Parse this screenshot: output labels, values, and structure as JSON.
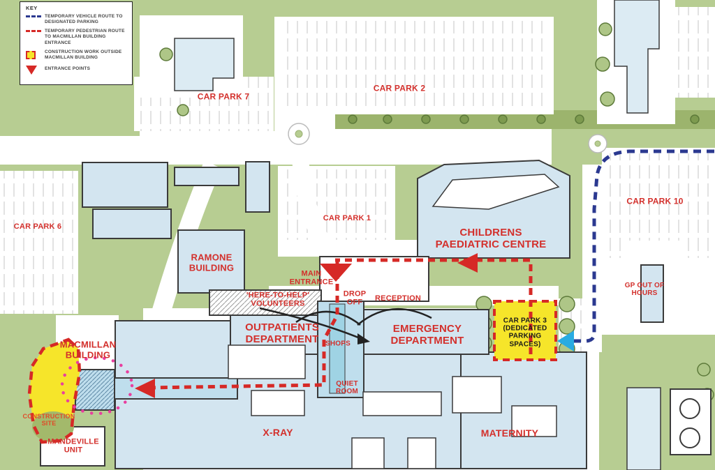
{
  "legend": {
    "title": "KEY",
    "items": [
      {
        "swatch": "vehicle-route-swatch",
        "label": "TEMPORARY VEHICLE ROUTE TO DESIGNATED PARKING"
      },
      {
        "swatch": "pedestrian-route-swatch",
        "label": "TEMPORARY PEDESTRIAN ROUTE TO MACMILLAN BUILDING ENTRANCE"
      },
      {
        "swatch": "construction-swatch",
        "label": "CONSTRUCTION WORK OUTSIDE MACMILLAN BUILDING"
      },
      {
        "swatch": "entrance-swatch",
        "label": "ENTRANCE POINTS"
      }
    ]
  },
  "map": {
    "car_parks": {
      "cp7": "CAR PARK 7",
      "cp2": "CAR PARK 2",
      "cp6": "CAR PARK 6",
      "cp1": "CAR PARK 1",
      "cp10": "CAR PARK 10",
      "cp3": "CAR PARK 3\n(DEDICATED\nPARKING\nSPACES)"
    },
    "buildings": {
      "paediatric": "CHILDRENS\nPAEDIATRIC CENTRE",
      "ramone": "RAMONE\nBUILDING",
      "outpatients": "OUTPATIENTS\nDEPARTMENT",
      "emergency": "EMERGENCY\nDEPARTMENT",
      "gp": "GP OUT OF\nHOURS",
      "macmillan": "MACMILLAN\nBUILDING",
      "mandeville": "MANDEVILLE\nUNIT",
      "xray": "X-RAY",
      "maternity": "MATERNITY"
    },
    "points": {
      "main_entrance": "MAIN\nENTRANCE",
      "volunteers": "'HERE-TO-HELP'\nVOLUNTEERS",
      "drop_off": "DROP\nOFF",
      "reception": "RECEPTION",
      "shops": "SHOPS",
      "quiet_room": "QUIET\nROOM",
      "construction_site": "CONSTRUCTION\nSITE"
    }
  },
  "colors": {
    "grass": "#b7cd92",
    "verge": "#9cb46d",
    "building": "#d3e5f0",
    "corridor": "#bfdeed",
    "vehicle_route": "#2b3990",
    "pedestrian_route": "#d62926",
    "construction_fill": "#f6e52a",
    "entrance_arrow": "#d62926",
    "parking_arrow": "#29abe2",
    "label_red": "#d3302c",
    "macmillan_circle": "#e83f9f"
  }
}
